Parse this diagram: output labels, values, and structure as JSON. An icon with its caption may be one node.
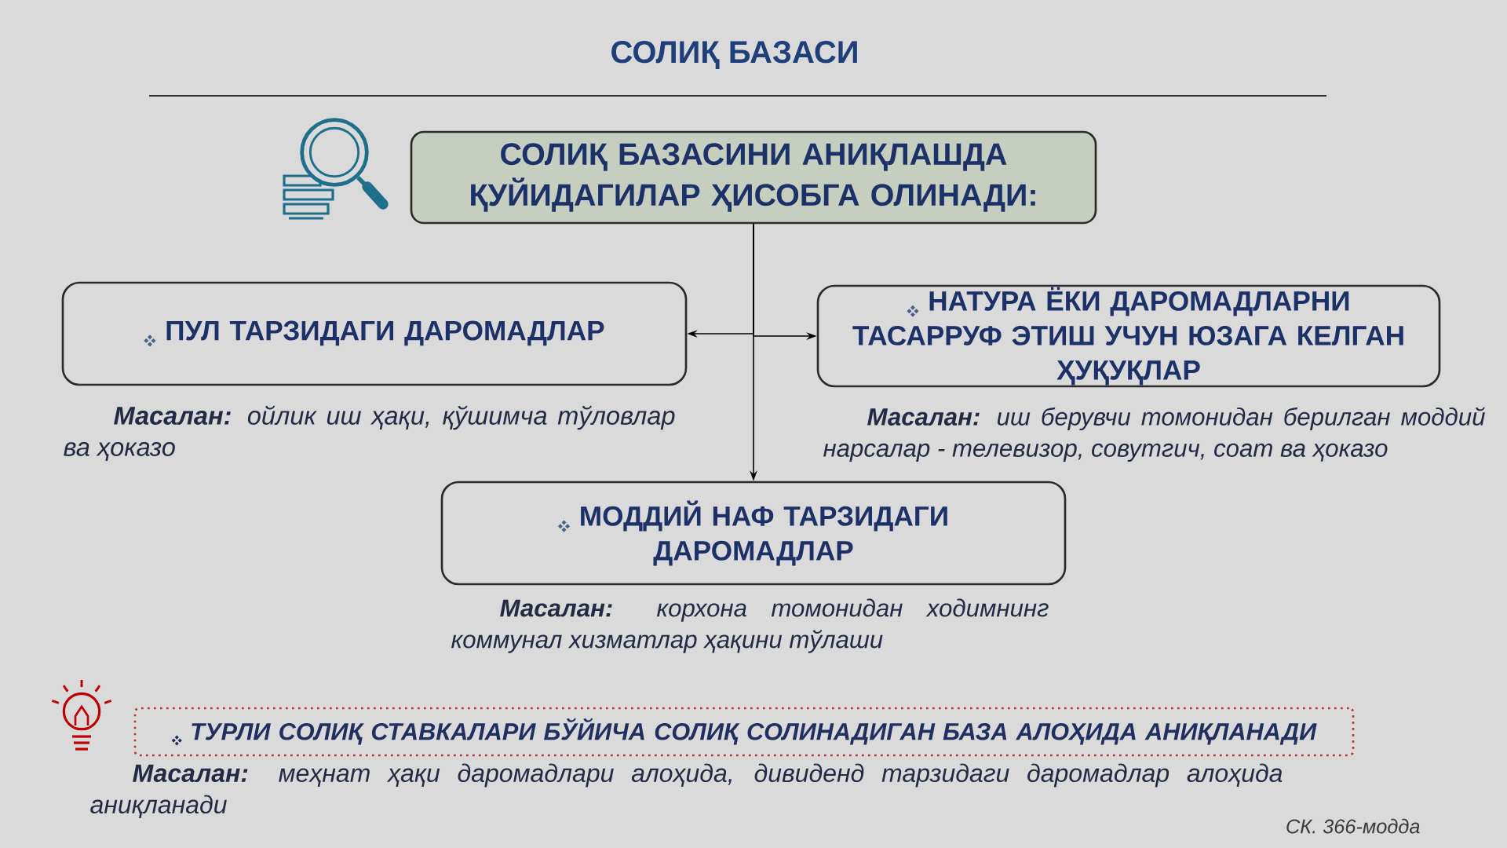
{
  "diagram": {
    "title": "СОЛИҚ БАЗАСИ",
    "nodes": [
      {
        "text": [
          "СОЛИҚ БАЗАСИНИ АНИҚЛАШДА ҚУЙИДАГИЛАР ҲИСОБГА ОЛИНАДИ:"
        ]
      },
      {
        "text": [
          "ПУЛ ТАРЗИДАГИ ДАРОМАДЛАР"
        ],
        "beside": [
          "**Масалан:** ойлик иш ҳақи, қўшимча тўловлар ва ҳоказо"
        ]
      },
      {
        "text": [
          "НАТУРА ЁКИ ДАРОМАДЛАРНИ ТАСАРРУФ ЭТИШ УЧУН ЮЗАГА КЕЛГАН ҲУҚУҚЛАР"
        ],
        "beside": [
          "**Масалан:** иш берувчи томонидан берилган моддий нарсалар - телевизор, совутгич, соат ва ҳоказо"
        ]
      },
      {
        "text": [
          "МОДДИЙ НАФ ТАРЗИДАГИ ДАРОМАДЛАР"
        ],
        "beside": [
          "**Масалан:** корхона томонидан ходимнинг коммунал хизматлар ҳақини тўлаши"
        ]
      },
      {
        "text": [
          "ТУРЛИ СОЛИҚ СТАВКАЛАРИ БЎЙИЧА СОЛИҚ СОЛИНАДИГАН БАЗА АЛОҲИДА АНИҚЛАНАДИ"
        ],
        "beside": [
          "**Масалан:** меҳнат ҳақи даромадлари алоҳида, дивиденд тарзидаги даромадлар алоҳида аниқланади"
        ]
      }
    ],
    "edges": [
      {
        "from": 0,
        "to": 1,
        "arrow": "to"
      },
      {
        "from": 0,
        "to": 2,
        "arrow": "to"
      },
      {
        "from": 0,
        "to": 3,
        "arrow": "to"
      }
    ],
    "labels": [
      "СК. 366-модда"
    ]
  }
}
